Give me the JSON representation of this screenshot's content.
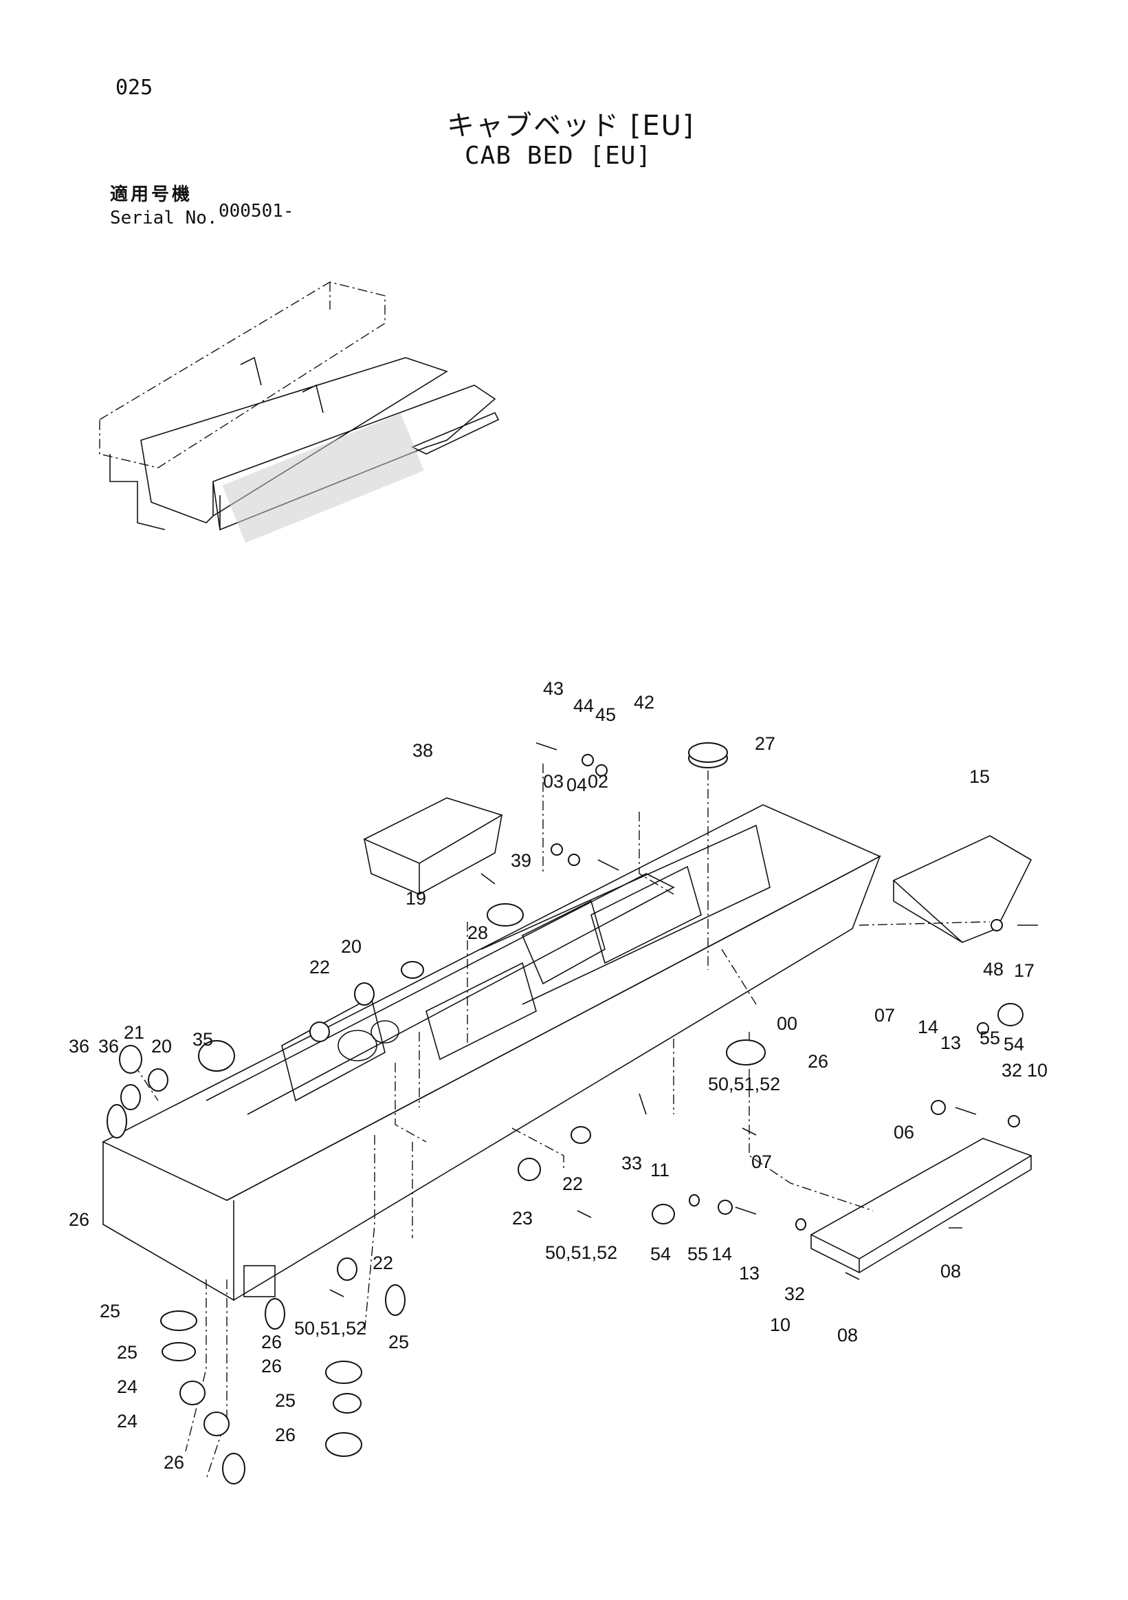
{
  "page_number": "025",
  "title_jp": "キャブベッド [EU]",
  "title_en": "CAB BED [EU]",
  "serial": {
    "label_jp": "適用号機",
    "label_en": "Serial No.",
    "value": "000501-"
  },
  "callouts": [
    "43",
    "44",
    "45",
    "42",
    "27",
    "38",
    "03",
    "04",
    "02",
    "15",
    "39",
    "19",
    "28",
    "20",
    "22",
    "48",
    "17",
    "07",
    "14",
    "13",
    "55",
    "54",
    "21",
    "36",
    "36",
    "35",
    "20",
    "32",
    "10",
    "00",
    "26",
    "50,51,52",
    "06",
    "33",
    "11",
    "07",
    "22",
    "23",
    "26",
    "54",
    "55",
    "14",
    "13",
    "50,51,52",
    "08",
    "32",
    "10",
    "08",
    "25",
    "22",
    "50,51,52",
    "25",
    "25",
    "26",
    "24",
    "26",
    "25",
    "24",
    "26",
    "26"
  ]
}
